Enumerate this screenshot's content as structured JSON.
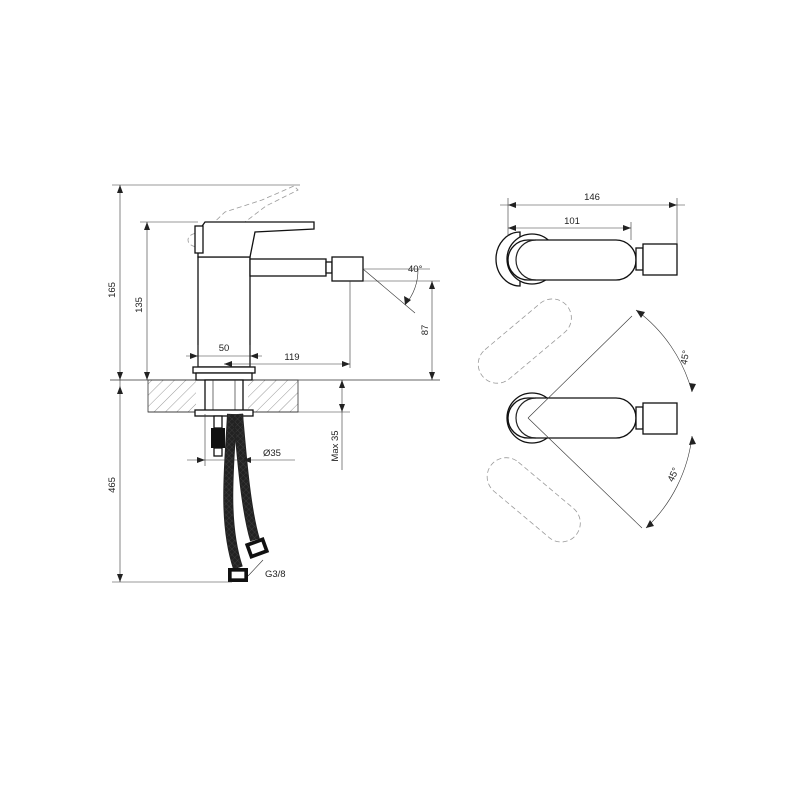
{
  "side_view": {
    "height_total": "165",
    "height_body": "135",
    "spray_angle": "40°",
    "spray_height": "87",
    "base_width": "50",
    "spout_reach": "119",
    "deck_max": "Max 35",
    "hole_dia": "Ø35",
    "hose_length": "465",
    "hose_thread": "G3/8"
  },
  "top_view": {
    "overall_width": "146",
    "body_width": "101",
    "rotation_upper": "45°",
    "rotation_lower": "45°"
  }
}
